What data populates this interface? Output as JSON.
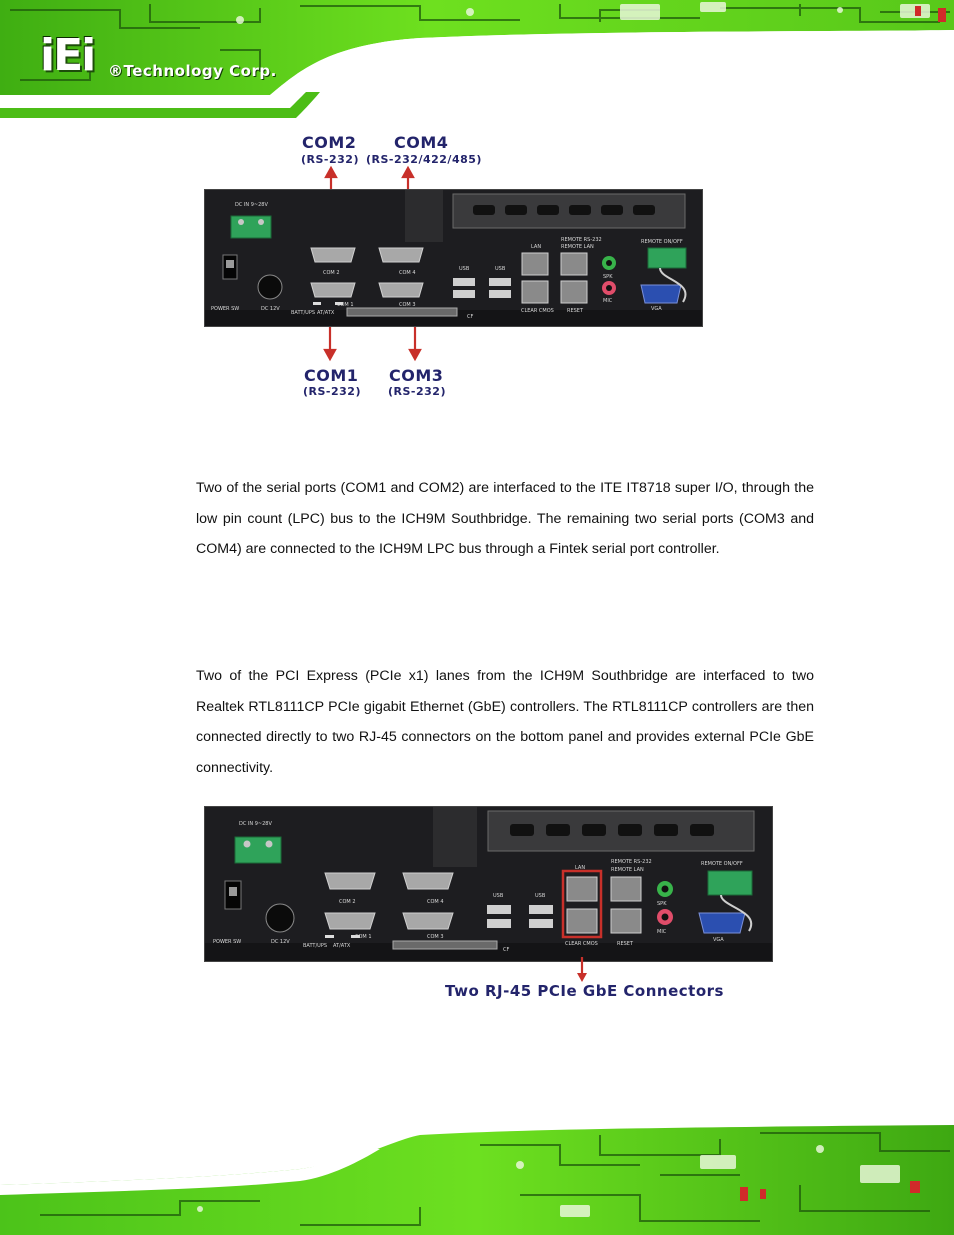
{
  "header": {
    "logo_mark": "iEi",
    "logo_text": "®Technology Corp."
  },
  "figure1": {
    "callouts": {
      "com2": "COM2",
      "com2_std": "(RS-232)",
      "com4": "COM4",
      "com4_std": "(RS-232/422/485)",
      "com1": "COM1",
      "com1_std": "(RS-232)",
      "com3": "COM3",
      "com3_std": "(RS-232)"
    },
    "panel_labels": {
      "dc_in": "DC IN  9~28V",
      "power_sw": "POWER SW",
      "dc12": "DC 12V",
      "batt": "BATT/UPS",
      "atatx": "AT/ATX",
      "com1": "COM 1",
      "com2": "COM 2",
      "com3": "COM 3",
      "com4": "COM 4",
      "usb_a": "USB",
      "usb_b": "USB",
      "lan": "LAN",
      "remote_rs232": "REMOTE RS-232",
      "remote_lan": "REMOTE LAN",
      "clear_cmos": "CLEAR CMOS",
      "reset": "RESET",
      "spk": "SPK",
      "mic": "MIC",
      "vga": "VGA",
      "remote_onoff": "REMOTE ON/OFF",
      "cf": "CF"
    },
    "arrow_color": "#c8302a"
  },
  "paragraphs": {
    "p1": "Two of the serial ports (COM1 and COM2) are interfaced to the ITE IT8718 super I/O, through the low pin count (LPC) bus to the ICH9M Southbridge. The remaining two serial ports (COM3 and COM4) are connected to the ICH9M LPC bus through a Fintek serial port controller.",
    "p2": "Two of the PCI Express (PCIe x1) lanes from the ICH9M Southbridge are interfaced to two Realtek RTL8111CP PCIe gigabit Ethernet (GbE) controllers. The RTL8111CP controllers are then connected directly to two RJ-45 connectors on the bottom panel and provides external PCIe GbE connectivity."
  },
  "figure2": {
    "callout": "Two RJ-45 PCIe GbE Connectors",
    "panel_labels": {
      "dc_in": "DC IN  9~28V",
      "power_sw": "POWER SW",
      "dc12": "DC 12V",
      "batt": "BATT/UPS",
      "atatx": "AT/ATX",
      "com1": "COM 1",
      "com2": "COM 2",
      "com3": "COM 3",
      "com4": "COM 4",
      "usb_a": "USB",
      "usb_b": "USB",
      "lan": "LAN",
      "remote_rs232": "REMOTE RS-232",
      "remote_lan": "REMOTE LAN",
      "clear_cmos": "CLEAR CMOS",
      "reset": "RESET",
      "spk": "SPK",
      "mic": "MIC",
      "vga": "VGA",
      "remote_onoff": "REMOTE ON/OFF",
      "cf": "CF"
    },
    "highlight_color": "#c8302a"
  },
  "colors": {
    "banner_green": "#5fd11e",
    "banner_dark": "#1f5a0c",
    "callout_navy": "#23246b"
  }
}
